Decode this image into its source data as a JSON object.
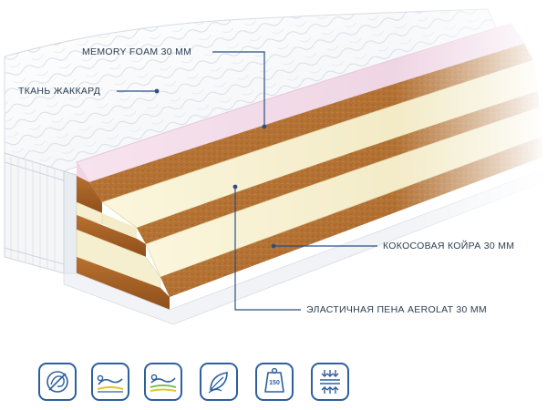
{
  "labels": {
    "memory_foam": "MEMORY FOAM 30 MM",
    "fabric": "ТКАНЬ ЖАККАРД",
    "coconut": "КОКОСОВАЯ КОЙРА 30 ММ",
    "elastic_foam": "ЭЛАСТИЧНАЯ ПЕНА AEROLAT 30 ММ"
  },
  "icons": [
    {
      "name": "hypoallergenic-icon"
    },
    {
      "name": "orthopedic-spine-icon"
    },
    {
      "name": "body-support-icon"
    },
    {
      "name": "natural-leaf-icon"
    },
    {
      "name": "max-load-icon",
      "value": "150"
    },
    {
      "name": "firmness-layers-icon"
    }
  ],
  "colors": {
    "leader": "#2b4f84",
    "icon": "#2e5f9e",
    "coir": "#b9702e",
    "foam": "#f6efcf",
    "memory": "#f3dbe8"
  }
}
